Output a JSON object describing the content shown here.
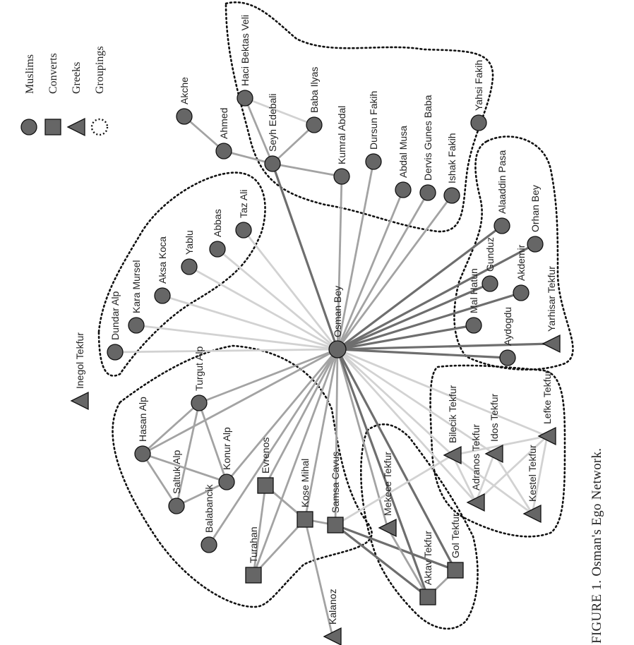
{
  "legend": {
    "items": [
      {
        "shape": "circle",
        "label": "Muslims"
      },
      {
        "shape": "square",
        "label": "Converts"
      },
      {
        "shape": "triangle",
        "label": "Greeks"
      },
      {
        "shape": "dotted-circle",
        "label": "Groupings"
      }
    ]
  },
  "caption": "FIGURE 1. Osman's Ego Network.",
  "colors": {
    "node": "#666666",
    "edge_dark": "#6e6e6e",
    "edge_medium": "#a3a3a3",
    "edge_light": "#d2d2d2"
  },
  "nodes": [
    {
      "id": 0,
      "name": "Osman Bey",
      "type": "Muslim"
    },
    {
      "id": 1,
      "name": "Akche",
      "type": "Muslim"
    },
    {
      "id": 2,
      "name": "Ahmed",
      "type": "Muslim"
    },
    {
      "id": 3,
      "name": "Haci Bektas Veli",
      "type": "Muslim"
    },
    {
      "id": 4,
      "name": "Seyh Edebali",
      "type": "Muslim"
    },
    {
      "id": 5,
      "name": "Baba Ilyas",
      "type": "Muslim"
    },
    {
      "id": 6,
      "name": "Kumral Abdal",
      "type": "Muslim"
    },
    {
      "id": 7,
      "name": "Dursun Fakih",
      "type": "Muslim"
    },
    {
      "id": 8,
      "name": "Abdal Musa",
      "type": "Muslim"
    },
    {
      "id": 9,
      "name": "Dervis Gunes Baba",
      "type": "Muslim"
    },
    {
      "id": 10,
      "name": "Ishak Fakih",
      "type": "Muslim"
    },
    {
      "id": 11,
      "name": "Yahsi Fakih",
      "type": "Muslim"
    },
    {
      "id": 12,
      "name": "Alaaddin Pasa",
      "type": "Muslim"
    },
    {
      "id": 13,
      "name": "Orhan Bey",
      "type": "Muslim"
    },
    {
      "id": 14,
      "name": "Gunduz",
      "type": "Muslim"
    },
    {
      "id": 15,
      "name": "Akdemir",
      "type": "Muslim"
    },
    {
      "id": 16,
      "name": "Mal Hatun",
      "type": "Muslim"
    },
    {
      "id": 17,
      "name": "Aydogdu",
      "type": "Muslim"
    },
    {
      "id": 18,
      "name": "Dundar Alp",
      "type": "Muslim"
    },
    {
      "id": 19,
      "name": "Kara Mursel",
      "type": "Muslim"
    },
    {
      "id": 20,
      "name": "Aksa Koca",
      "type": "Muslim"
    },
    {
      "id": 21,
      "name": "Yablu",
      "type": "Muslim"
    },
    {
      "id": 22,
      "name": "Abbas",
      "type": "Muslim"
    },
    {
      "id": 23,
      "name": "Taz Ali",
      "type": "Muslim"
    },
    {
      "id": 24,
      "name": "Turgut Alp",
      "type": "Muslim"
    },
    {
      "id": 25,
      "name": "Hasan Alp",
      "type": "Muslim"
    },
    {
      "id": 26,
      "name": "Saltuk Alp",
      "type": "Muslim"
    },
    {
      "id": 27,
      "name": "Konur Alp",
      "type": "Muslim"
    },
    {
      "id": 28,
      "name": "Balabancik",
      "type": "Muslim"
    },
    {
      "id": 29,
      "name": "Evrenos",
      "type": "Convert"
    },
    {
      "id": 30,
      "name": "Kose Mihal",
      "type": "Convert"
    },
    {
      "id": 31,
      "name": "Samsa Cavus",
      "type": "Convert"
    },
    {
      "id": 32,
      "name": "Turahan",
      "type": "Convert"
    },
    {
      "id": 33,
      "name": "Aktav Tekfur",
      "type": "Convert"
    },
    {
      "id": 34,
      "name": "Gol Tekfur",
      "type": "Convert"
    },
    {
      "id": 35,
      "name": "Inegol Tekfur",
      "type": "Greek"
    },
    {
      "id": 36,
      "name": "Mekece Tekfur",
      "type": "Greek"
    },
    {
      "id": 37,
      "name": "Bilecik Tekfur",
      "type": "Greek"
    },
    {
      "id": 38,
      "name": "Lefke Tekfur",
      "type": "Greek"
    },
    {
      "id": 39,
      "name": "Idos Tekfur",
      "type": "Greek"
    },
    {
      "id": 40,
      "name": "Adranos Tekfur",
      "type": "Greek"
    },
    {
      "id": 41,
      "name": "Kestel Tekfur",
      "type": "Greek"
    },
    {
      "id": 42,
      "name": "Yarhisar Tekfur",
      "type": "Greek"
    },
    {
      "id": 43,
      "name": "Kalanoz",
      "type": "Greek"
    }
  ],
  "edges": [
    [
      0,
      4,
      "dark"
    ],
    [
      0,
      6,
      "medium"
    ],
    [
      0,
      7,
      "medium"
    ],
    [
      0,
      8,
      "medium"
    ],
    [
      0,
      9,
      "medium"
    ],
    [
      0,
      10,
      "medium"
    ],
    [
      0,
      12,
      "dark"
    ],
    [
      0,
      13,
      "dark"
    ],
    [
      0,
      14,
      "dark"
    ],
    [
      0,
      15,
      "dark"
    ],
    [
      0,
      16,
      "dark"
    ],
    [
      0,
      17,
      "dark"
    ],
    [
      0,
      42,
      "dark"
    ],
    [
      0,
      18,
      "light"
    ],
    [
      0,
      19,
      "light"
    ],
    [
      0,
      20,
      "light"
    ],
    [
      0,
      21,
      "light"
    ],
    [
      0,
      22,
      "light"
    ],
    [
      0,
      23,
      "light"
    ],
    [
      0,
      24,
      "medium"
    ],
    [
      0,
      25,
      "medium"
    ],
    [
      0,
      27,
      "medium"
    ],
    [
      0,
      28,
      "medium"
    ],
    [
      0,
      29,
      "medium"
    ],
    [
      0,
      30,
      "medium"
    ],
    [
      0,
      31,
      "medium"
    ],
    [
      0,
      32,
      "medium"
    ],
    [
      0,
      36,
      "medium"
    ],
    [
      0,
      33,
      "dark"
    ],
    [
      0,
      34,
      "dark"
    ],
    [
      0,
      37,
      "light"
    ],
    [
      0,
      38,
      "light"
    ],
    [
      0,
      39,
      "light"
    ],
    [
      0,
      40,
      "light"
    ],
    [
      1,
      2,
      "medium"
    ],
    [
      2,
      4,
      "medium"
    ],
    [
      3,
      4,
      "medium"
    ],
    [
      3,
      5,
      "light"
    ],
    [
      4,
      5,
      "medium"
    ],
    [
      4,
      6,
      "medium"
    ],
    [
      24,
      25,
      "medium"
    ],
    [
      24,
      26,
      "medium"
    ],
    [
      24,
      27,
      "medium"
    ],
    [
      25,
      26,
      "medium"
    ],
    [
      25,
      27,
      "medium"
    ],
    [
      26,
      27,
      "medium"
    ],
    [
      29,
      32,
      "medium"
    ],
    [
      29,
      30,
      "medium"
    ],
    [
      30,
      32,
      "medium"
    ],
    [
      30,
      31,
      "medium"
    ],
    [
      30,
      43,
      "medium"
    ],
    [
      30,
      29,
      "medium"
    ],
    [
      31,
      33,
      "dark"
    ],
    [
      31,
      34,
      "dark"
    ],
    [
      33,
      34,
      "medium"
    ],
    [
      31,
      37,
      "light"
    ],
    [
      36,
      33,
      "medium"
    ],
    [
      37,
      40,
      "light"
    ],
    [
      37,
      41,
      "light"
    ],
    [
      39,
      40,
      "light"
    ],
    [
      39,
      41,
      "light"
    ],
    [
      38,
      40,
      "light"
    ],
    [
      38,
      41,
      "light"
    ],
    [
      37,
      38,
      "light"
    ]
  ]
}
